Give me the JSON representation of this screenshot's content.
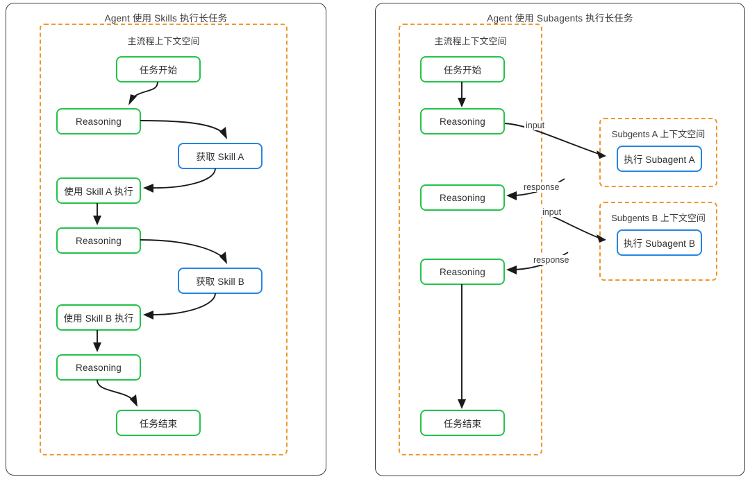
{
  "diagram": {
    "type": "flowchart",
    "panels": [
      {
        "id": "skills",
        "title": "Agent 使用 Skills 执行长任务",
        "context_spaces": [
          {
            "id": "main-flow-left",
            "title": "主流程上下文空间"
          }
        ],
        "nodes": [
          {
            "id": "l-start",
            "label": "任务开始",
            "color": "green"
          },
          {
            "id": "l-reason-1",
            "label": "Reasoning",
            "color": "green"
          },
          {
            "id": "l-skill-a",
            "label": "获取 Skill A",
            "color": "blue"
          },
          {
            "id": "l-use-a",
            "label": "使用 Skill A 执行",
            "color": "green"
          },
          {
            "id": "l-reason-2",
            "label": "Reasoning",
            "color": "green"
          },
          {
            "id": "l-skill-b",
            "label": "获取 Skill B",
            "color": "blue"
          },
          {
            "id": "l-use-b",
            "label": "使用 Skill B 执行",
            "color": "green"
          },
          {
            "id": "l-reason-3",
            "label": "Reasoning",
            "color": "green"
          },
          {
            "id": "l-end",
            "label": "任务结束",
            "color": "green"
          }
        ],
        "edges": [
          {
            "from": "l-start",
            "to": "l-reason-1",
            "label": ""
          },
          {
            "from": "l-reason-1",
            "to": "l-skill-a",
            "label": ""
          },
          {
            "from": "l-skill-a",
            "to": "l-use-a",
            "label": ""
          },
          {
            "from": "l-use-a",
            "to": "l-reason-2",
            "label": ""
          },
          {
            "from": "l-reason-2",
            "to": "l-skill-b",
            "label": ""
          },
          {
            "from": "l-skill-b",
            "to": "l-use-b",
            "label": ""
          },
          {
            "from": "l-use-b",
            "to": "l-reason-3",
            "label": ""
          },
          {
            "from": "l-reason-3",
            "to": "l-end",
            "label": ""
          }
        ]
      },
      {
        "id": "subagents",
        "title": "Agent 使用 Subagents 执行长任务",
        "context_spaces": [
          {
            "id": "main-flow-right",
            "title": "主流程上下文空间"
          },
          {
            "id": "subagent-a-ctx",
            "title": "Subgents A 上下文空间"
          },
          {
            "id": "subagent-b-ctx",
            "title": "Subgents B 上下文空间"
          }
        ],
        "nodes": [
          {
            "id": "r-start",
            "label": "任务开始",
            "color": "green"
          },
          {
            "id": "r-reason-1",
            "label": "Reasoning",
            "color": "green"
          },
          {
            "id": "r-reason-2",
            "label": "Reasoning",
            "color": "green"
          },
          {
            "id": "r-reason-3",
            "label": "Reasoning",
            "color": "green"
          },
          {
            "id": "r-end",
            "label": "任务结束",
            "color": "green"
          },
          {
            "id": "r-sub-a",
            "label": "执行 Subagent A",
            "color": "blue"
          },
          {
            "id": "r-sub-b",
            "label": "执行 Subagent B",
            "color": "blue"
          }
        ],
        "edges": [
          {
            "from": "r-start",
            "to": "r-reason-1",
            "label": ""
          },
          {
            "from": "r-reason-1",
            "to": "r-sub-a",
            "label": "input"
          },
          {
            "from": "r-sub-a",
            "to": "r-reason-2",
            "label": "response"
          },
          {
            "from": "r-reason-2",
            "to": "r-sub-b",
            "label": "input"
          },
          {
            "from": "r-sub-b",
            "to": "r-reason-3",
            "label": "response"
          },
          {
            "from": "r-reason-3",
            "to": "r-end",
            "label": ""
          }
        ]
      }
    ],
    "colors": {
      "node_green": "#24c24a",
      "node_blue": "#2585e0",
      "context_dashed": "#f0972e",
      "panel_border": "#3b3b3b",
      "edge": "#1a1a1a",
      "text": "#2d2d2d",
      "background": "#ffffff"
    },
    "edge_labels": {
      "input_a": "input",
      "response_a": "response",
      "input_b": "input",
      "response_b": "response"
    }
  }
}
